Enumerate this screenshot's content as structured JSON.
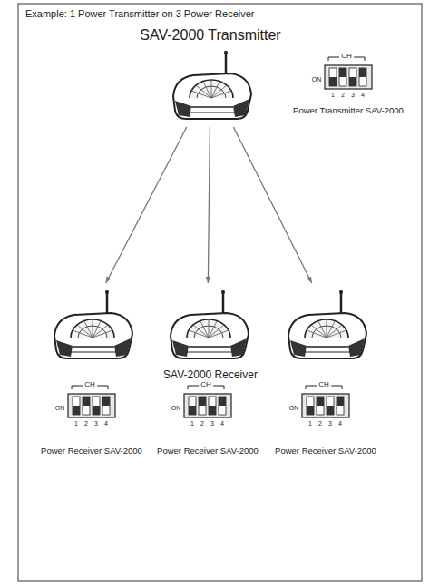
{
  "diagram": {
    "title": "Example: 1 Power Transmitter on 3 Power Receiver",
    "nodes": [
      {
        "text": [
          "SAV-2000 Transmitter"
        ]
      },
      {
        "text": [
          "Power Receiver SAV-2000"
        ]
      },
      {
        "text": [
          "Power Receiver SAV-2000"
        ]
      },
      {
        "text": [
          "Power Receiver SAV-2000"
        ]
      }
    ],
    "edges": [
      {
        "from": 0,
        "to": 1,
        "arrow": "to"
      },
      {
        "from": 0,
        "to": 2,
        "arrow": "to"
      },
      {
        "from": 0,
        "to": 3,
        "arrow": "to"
      }
    ],
    "labels": [
      "CH",
      "ON",
      "1",
      "2",
      "3",
      "4",
      "Power Transmitter SAV-2000",
      "SAV-2000 Receiver",
      "CH",
      "ON",
      "1",
      "2",
      "3",
      "4",
      "CH",
      "ON",
      "1",
      "2",
      "3",
      "4",
      "CH",
      "ON",
      "1",
      "2",
      "3",
      "4"
    ]
  }
}
